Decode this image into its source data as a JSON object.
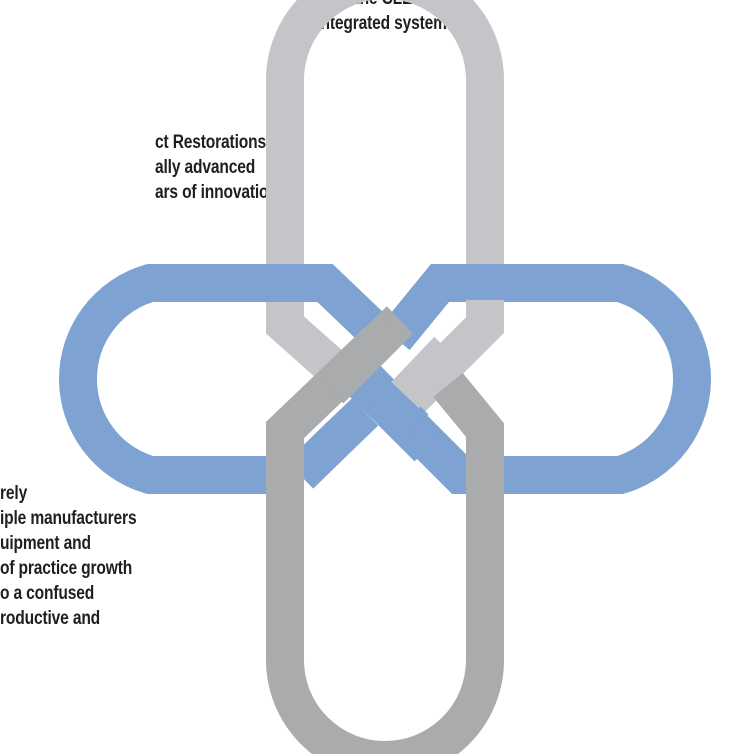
{
  "text_blocks": {
    "top": [
      "of the CLEAR FIT",
      "integrated system"
    ],
    "middle": [
      "ct Restorations",
      "ally advanced",
      "ars of innovation in"
    ],
    "bottom": [
      "rely",
      "iple manufacturers",
      "uipment and",
      "of practice growth",
      "o a confused",
      "roductive and"
    ]
  },
  "colors": {
    "vertical_loop_top": "#c4c5c8",
    "horizontal_loop": "#7ea2d2",
    "vertical_loop_bottom": "#aaabad",
    "text": "#1f1f1f"
  }
}
